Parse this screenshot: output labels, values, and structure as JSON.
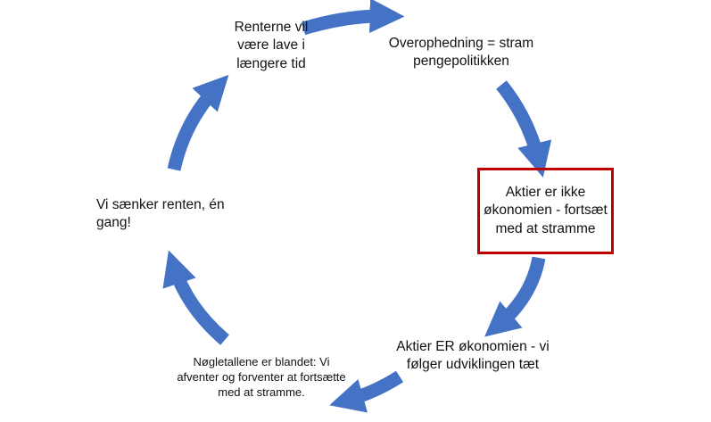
{
  "diagram": {
    "arrow_color": "#4472c4",
    "highlight_border_color": "#c00000",
    "nodes": {
      "top": "Renterne vil være lave i længere tid",
      "top_right": "Overophedning = stram pengepolitikken",
      "right_highlight": "Aktier er ikke økonomien - fortsæt med at stramme",
      "bottom_right": "Aktier ER økonomien - vi følger udviklingen tæt",
      "bottom_left": "Nøgletallene er blandet: Vi afventer og forventer at fortsætte med at stramme.",
      "left": "Vi sænker renten, én gang!"
    }
  }
}
